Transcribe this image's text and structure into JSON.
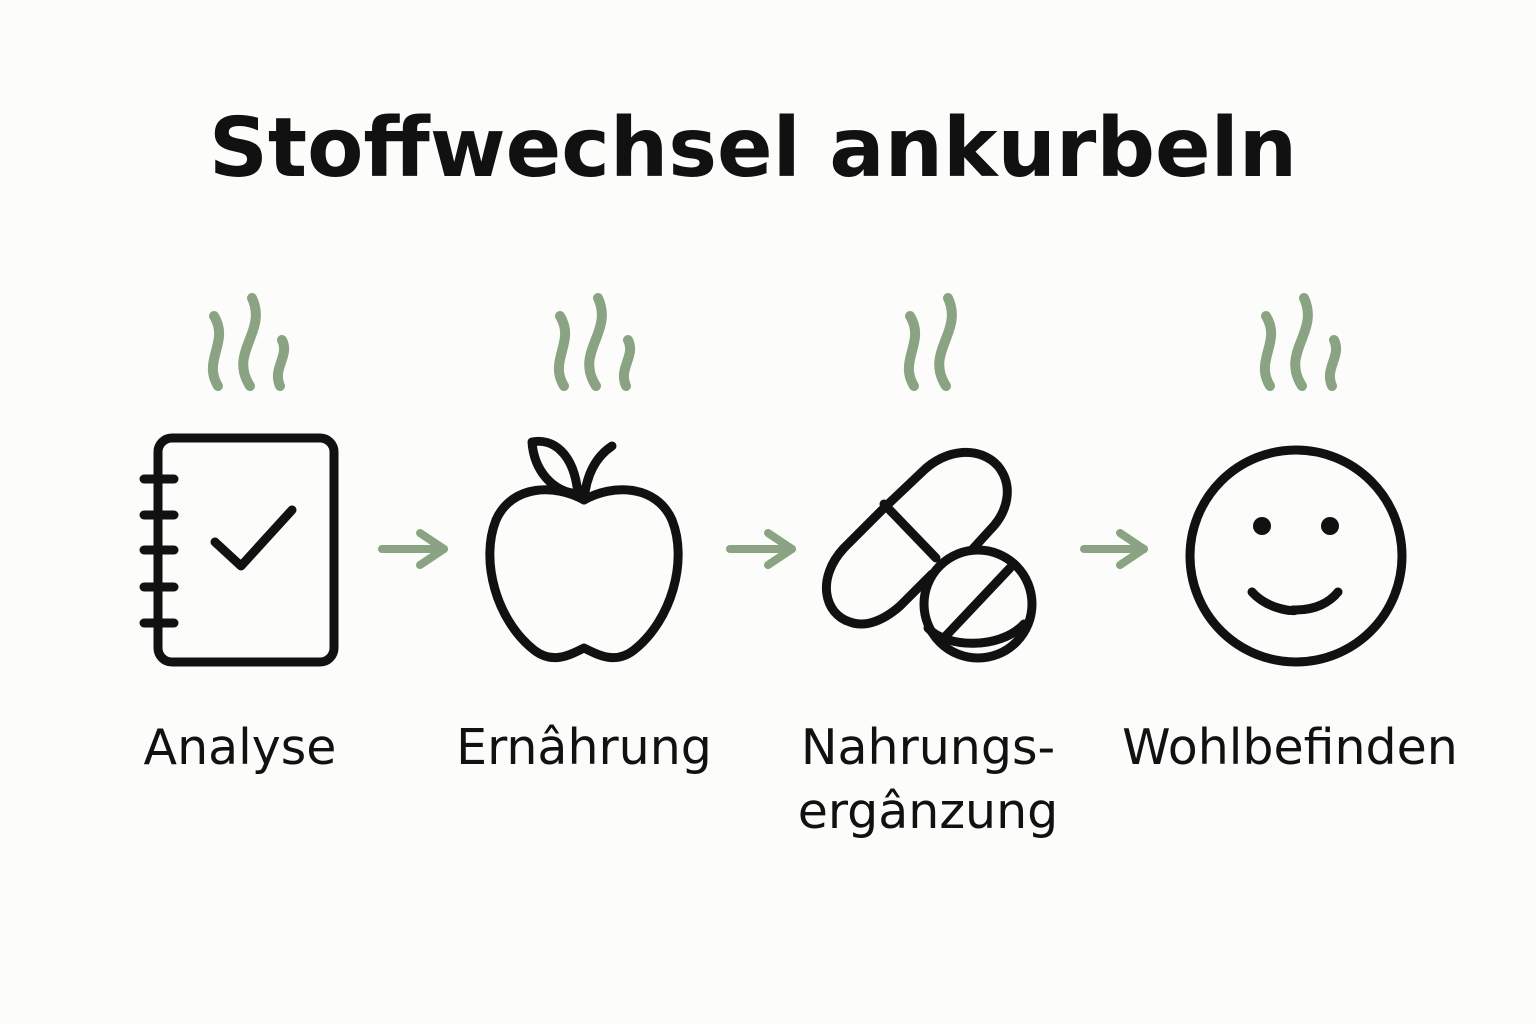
{
  "title": "Stoffwechsel ankurbeln",
  "steps": [
    {
      "label": "Analyse",
      "icon": "notebook-checklist-icon"
    },
    {
      "label": "Ernâhrung",
      "icon": "apple-icon"
    },
    {
      "label": "Nahrungs-\nergânzung",
      "icon": "pills-icon"
    },
    {
      "label": "Wohlbefinden",
      "icon": "smiley-face-icon"
    }
  ],
  "colors": {
    "background": "#fcfcfa",
    "outline": "#111111",
    "accent_green": "#8aa382"
  }
}
